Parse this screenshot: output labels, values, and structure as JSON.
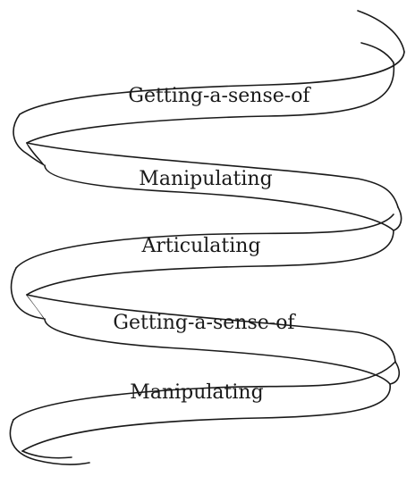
{
  "diagram": {
    "bands": [
      {
        "label": "Getting-a-sense-of"
      },
      {
        "label": "Manipulating"
      },
      {
        "label": "Articulating"
      },
      {
        "label": "Getting-a-sense-of"
      },
      {
        "label": "Manipulating"
      }
    ]
  },
  "colors": {
    "stroke": "#1a1a1a",
    "background": "#ffffff"
  }
}
